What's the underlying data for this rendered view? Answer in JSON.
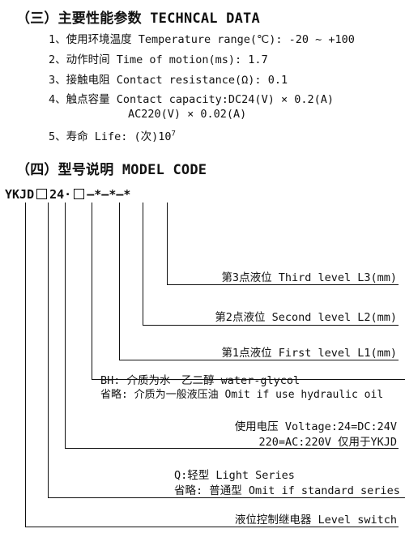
{
  "section3": {
    "title": "（三）主要性能参数  TECHNCAL DATA",
    "items": [
      "1、使用环境温度 Temperature range(℃): -20 ~ +100",
      "2、动作时间 Time of motion(ms): 1.7",
      "3、接触电阻 Contact resistance(Ω): 0.1",
      "4、触点容量 Contact capacity:DC24(V) × 0.2(A)",
      "AC220(V) × 0.02(A)",
      "5、寿命 Life: (次)10"
    ],
    "life_exponent": "7"
  },
  "section4": {
    "title": "（四）型号说明  MODEL CODE",
    "code": {
      "prefix": "YKJD",
      "mid": "24·",
      "dash1": "—",
      "star1": "*",
      "dash2": "—",
      "star2": "*",
      "dash3": "—",
      "star3": "*"
    },
    "labels": {
      "l3": "第3点液位 Third level L3(mm)",
      "l2": "第2点液位 Second level L2(mm)",
      "l1": "第1点液位 First level L1(mm)",
      "bh1": "BH: 介质为水一乙二醇 water-glycol",
      "bh2": "省略: 介质为一般液压油 Omit if use hydraulic oil",
      "v1": "使用电压 Voltage:24=DC:24V",
      "v2": "220=AC:220V 仅用于YKJD",
      "q1": "Q:轻型 Light Series",
      "q2": "省略: 普通型 Omit if standard series",
      "sw": "液位控制继电器  Level switch"
    }
  }
}
